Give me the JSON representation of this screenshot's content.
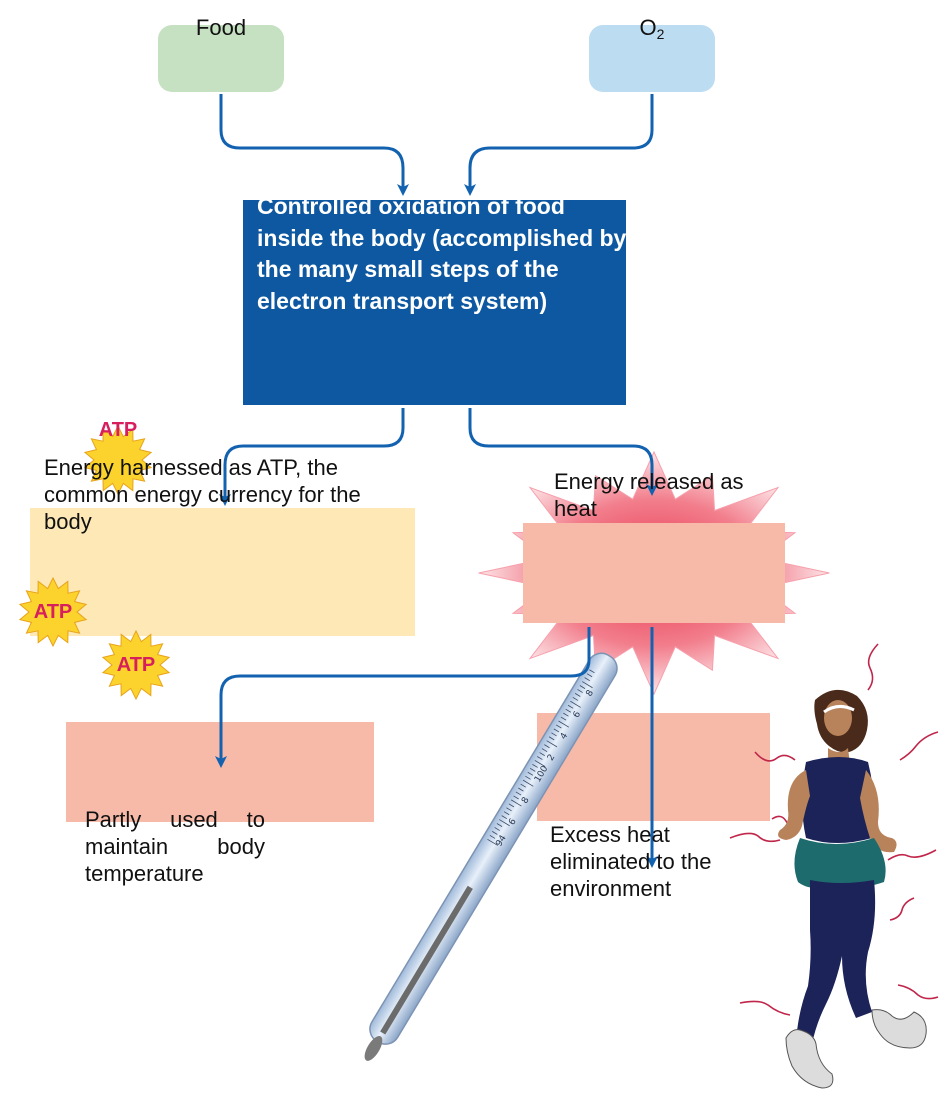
{
  "inputs": {
    "food_label": "Food",
    "o2_label_main": "O",
    "o2_label_sub": "2"
  },
  "process": {
    "text": "Controlled oxidation of food inside the body (accomplished by the many small steps of the electron transport system)"
  },
  "outputs": {
    "atp_text": "Energy harnessed as ATP, the common energy currency for the body",
    "heat_text": "Energy released as heat",
    "temperature_text": "Partly used to maintain body temperature",
    "environment_text": "Excess heat eliminated to the environment"
  },
  "atp_badges": [
    "ATP",
    "ATP",
    "ATP"
  ],
  "thermometer_scale": [
    "94",
    "6",
    "8",
    "100",
    "2",
    "4",
    "6",
    "8"
  ],
  "colors": {
    "food_box": "#c6e0c2",
    "o2_box": "#bcdcf1",
    "process_box": "#0d58a0",
    "atp_box": "#fde8b6",
    "heat_box": "#f7b9a8",
    "arrow": "#1262b0",
    "atp_text": "#d81f5e",
    "burst_fill": "#fbd32c",
    "heat_burst": "#e8324c"
  }
}
